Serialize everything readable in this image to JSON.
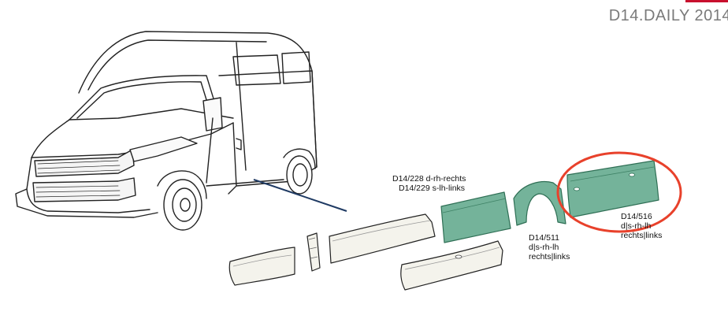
{
  "header": {
    "title": "D14.DAILY 2014",
    "accent_color": "#c8102e"
  },
  "part_labels": [
    {
      "id": "front",
      "lines": [
        "D14/228 d-rh-rechts",
        "D14/229 s-lh-links"
      ]
    },
    {
      "id": "arch",
      "lines": [
        "D14/511",
        "d|s-rh-lh",
        "rechts|links"
      ]
    },
    {
      "id": "rear",
      "lines": [
        "D14/516",
        "d|s-rh-lh",
        "rechts|links"
      ]
    }
  ],
  "colors": {
    "highlight_part": "#74b39a",
    "highlight_part_stroke": "#2f6f55",
    "plain_part": "#f4f3ec",
    "outline": "#222222",
    "leader_line": "#1f3a63",
    "circle_marker": "#e8412b"
  }
}
